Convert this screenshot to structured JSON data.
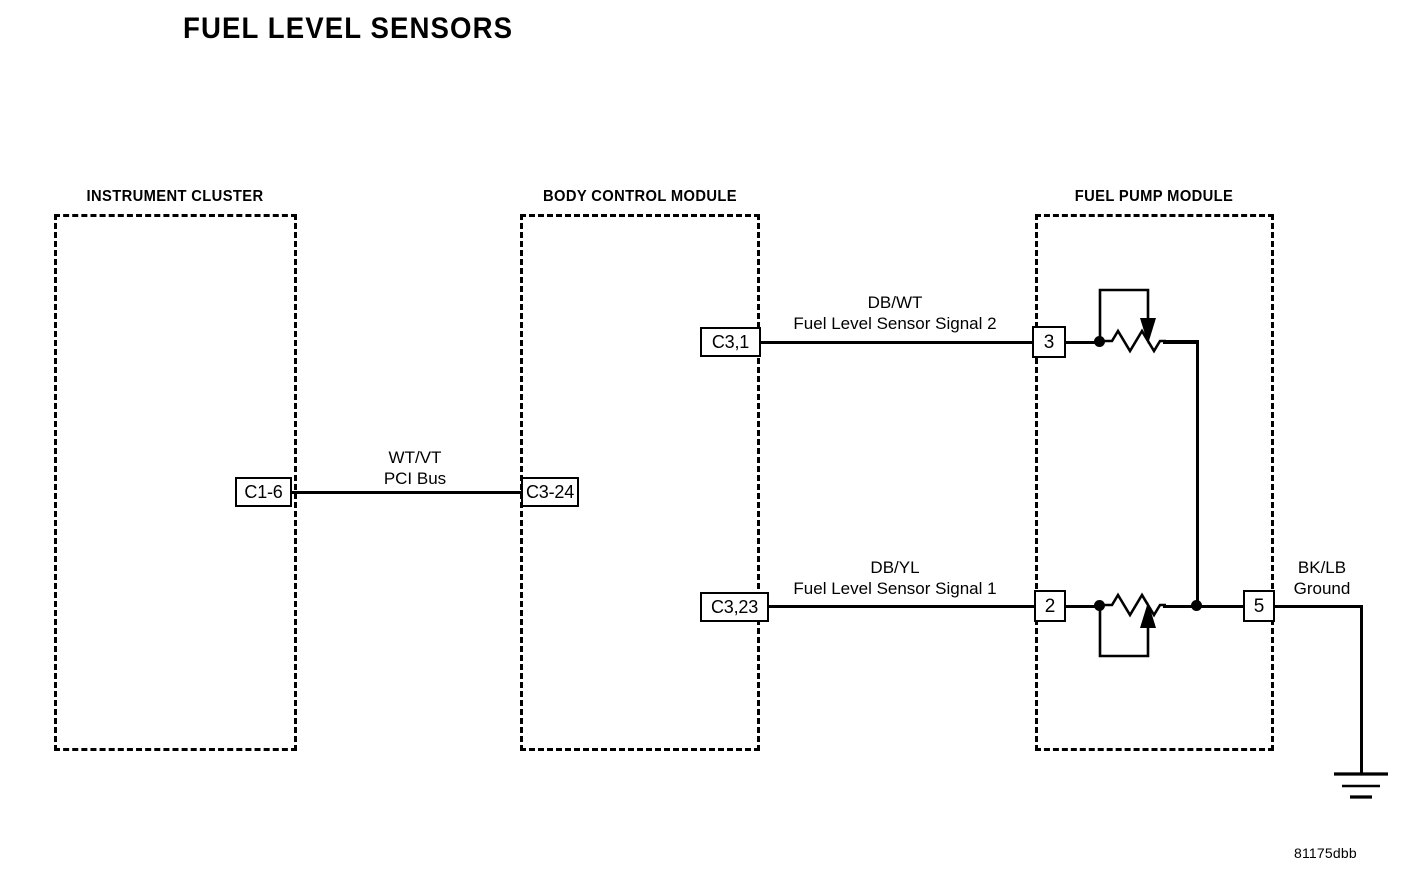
{
  "title": "FUEL LEVEL SENSORS",
  "footer_code": "81175dbb",
  "modules": [
    {
      "id": "instrument-cluster",
      "label": "INSTRUMENT CLUSTER"
    },
    {
      "id": "body-control-module",
      "label": "BODY CONTROL MODULE"
    },
    {
      "id": "fuel-pump-module",
      "label": "FUEL PUMP MODULE"
    }
  ],
  "connectors": {
    "cluster_pci": "C1-6",
    "bcm_pci": "C3-24",
    "bcm_signal2": "C3,1",
    "bcm_signal1": "C3,23"
  },
  "pins": {
    "signal2": "3",
    "signal1": "2",
    "ground": "5"
  },
  "wires": [
    {
      "id": "fuel-level-sensor-signal-2",
      "color_code": "DB/WT",
      "name": "Fuel Level Sensor Signal 2",
      "from": "C3,1",
      "to": "3"
    },
    {
      "id": "pci-bus",
      "color_code": "WT/VT",
      "name": "PCI Bus",
      "from": "C1-6",
      "to": "C3-24"
    },
    {
      "id": "fuel-level-sensor-signal-1",
      "color_code": "DB/YL",
      "name": "Fuel Level Sensor Signal 1",
      "from": "C3,23",
      "to": "2"
    },
    {
      "id": "ground",
      "color_code": "BK/LB",
      "name": "Ground",
      "from": "5",
      "to": "chassis-ground"
    }
  ],
  "components": [
    {
      "id": "fuel-level-sensor-2",
      "type": "variable-resistor"
    },
    {
      "id": "fuel-level-sensor-1",
      "type": "variable-resistor"
    },
    {
      "id": "chassis-ground",
      "type": "ground-symbol"
    }
  ],
  "colors": {
    "line": "#000000",
    "background": "#ffffff"
  }
}
